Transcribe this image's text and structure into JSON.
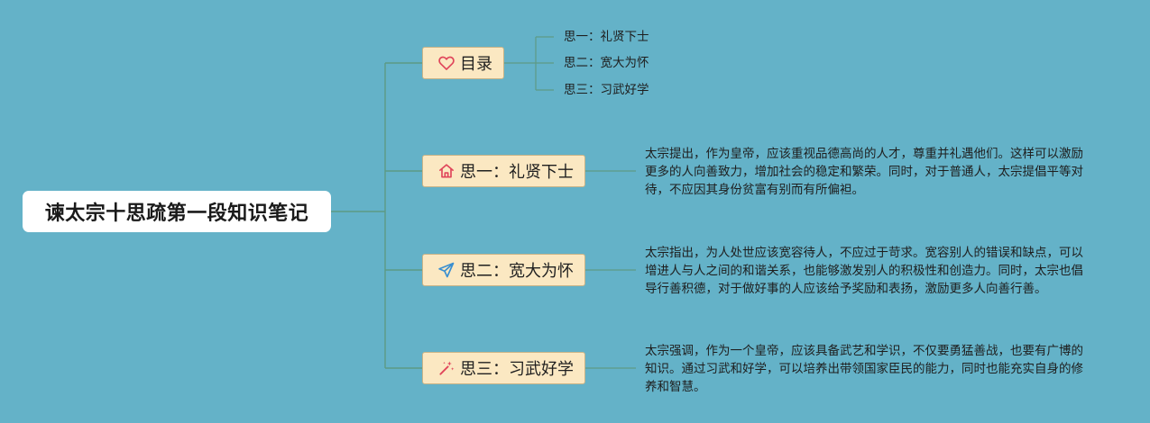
{
  "root": {
    "title": "谏太宗十思疏第一段知识笔记"
  },
  "branches": [
    {
      "label": "目录",
      "icon": "heart-icon",
      "children": [
        "思一：礼贤下士",
        "思二：宽大为怀",
        "思三：习武好学"
      ]
    },
    {
      "label": "思一：礼贤下士",
      "icon": "home-icon",
      "text": "太宗提出，作为皇帝，应该重视品德高尚的人才，尊重并礼遇他们。这样可以激励更多的人向善致力，增加社会的稳定和繁荣。同时，对于普通人，太宗提倡平等对待，不应因其身份贫富有别而有所偏袒。"
    },
    {
      "label": "思二：宽大为怀",
      "icon": "paper-plane-icon",
      "text": "太宗指出，为人处世应该宽容待人，不应过于苛求。宽容别人的错误和缺点，可以增进人与人之间的和谐关系，也能够激发别人的积极性和创造力。同时，太宗也倡导行善积德，对于做好事的人应该给予奖励和表扬，激励更多人向善行善。"
    },
    {
      "label": "思三：习武好学",
      "icon": "magic-wand-icon",
      "text": "太宗强调，作为一个皇帝，应该具备武艺和学识，不仅要勇猛善战，也要有广博的知识。通过习武和好学，可以培养出带领国家臣民的能力，同时也能充实自身的修养和智慧。"
    }
  ],
  "colors": {
    "background": "#64b2c8",
    "connector": "#5d9a84",
    "branch_fill": "#fbe8c2",
    "heart": "#e0455a",
    "home": "#e0455a",
    "plane": "#3a8fd0",
    "wand": "#e0455a"
  }
}
